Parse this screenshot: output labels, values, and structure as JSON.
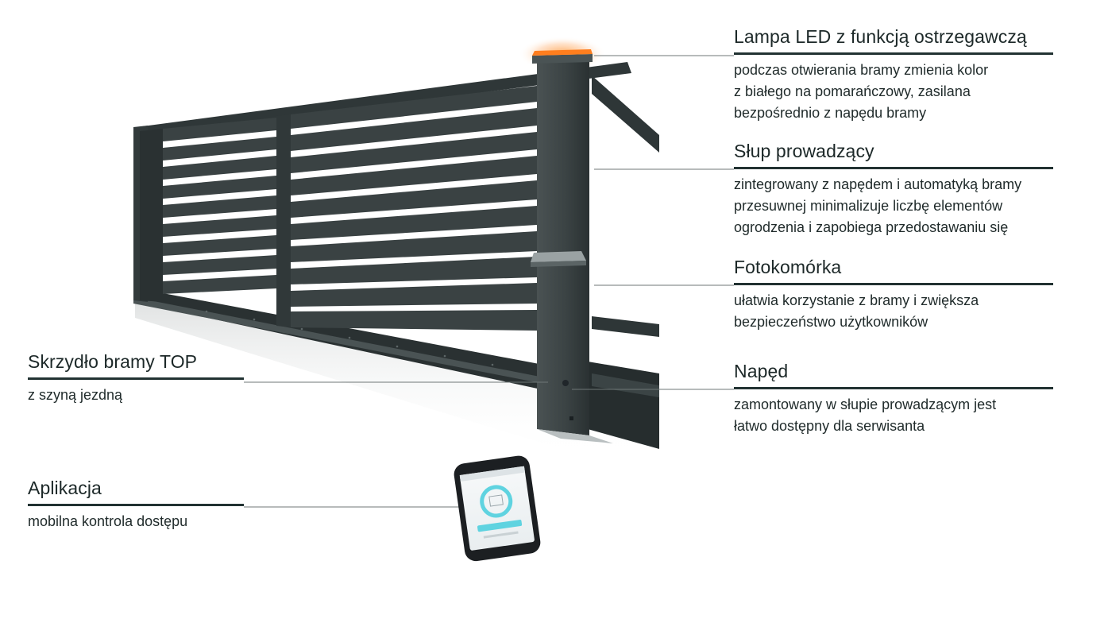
{
  "callouts": {
    "lampa": {
      "title": "Lampa LED z funkcją ostrzegawczą",
      "lines": [
        "podczas otwierania bramy zmienia kolor",
        "z białego na pomarańczowy, zasilana",
        "bezpośrednio z napędu bramy"
      ]
    },
    "slup": {
      "title": "Słup prowadzący",
      "lines": [
        "zintegrowany z napędem i automatyką bramy",
        "przesuwnej minimalizuje liczbę elementów",
        "ogrodzenia i zapobiega przedostawaniu się"
      ]
    },
    "foto": {
      "title": "Fotokomórka",
      "lines": [
        "ułatwia korzystanie z bramy i zwiększa",
        "bezpieczeństwo użytkowników"
      ]
    },
    "naped": {
      "title": "Napęd",
      "lines": [
        "zamontowany w słupie prowadzącym jest",
        "łatwo dostępny dla serwisanta"
      ]
    },
    "skrzydlo": {
      "title": "Skrzydło bramy TOP",
      "lines": [
        "z szyną jezdną"
      ]
    },
    "aplikacja": {
      "title": "Aplikacja",
      "lines": [
        "mobilna kontrola dostępu"
      ]
    }
  },
  "colors": {
    "gate": "#3a4243",
    "gate_dark": "#262d2e",
    "led_glow": "#ff8a2a",
    "rule": "#223232",
    "leader": "#6f7777",
    "app_accent": "#5fd3e0"
  },
  "icons": [
    "gate-illustration",
    "led-lamp-icon",
    "photocell-icon",
    "smartphone-icon"
  ]
}
